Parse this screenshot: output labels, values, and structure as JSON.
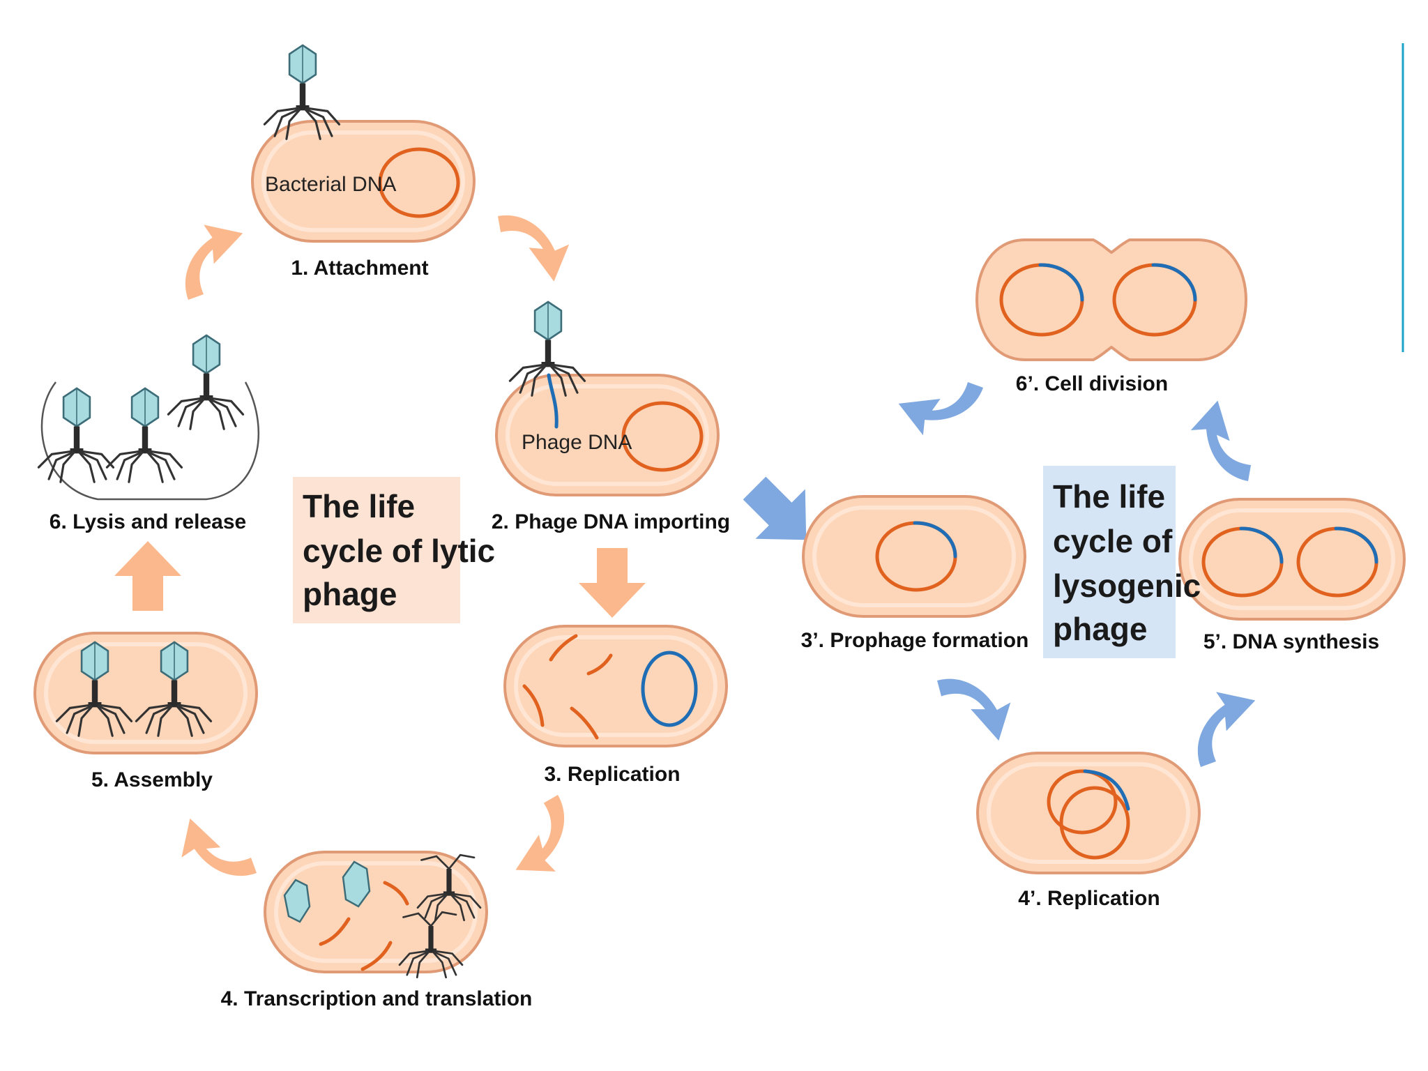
{
  "lytic": {
    "title": [
      "The life",
      "cycle of lytic",
      "phage"
    ],
    "title_box_color": "#fde3d4",
    "arrow_color": "#fbb88c",
    "stages": {
      "attachment": "1. Attachment",
      "bacterial_dna": "Bacterial DNA",
      "importing": "2. Phage DNA importing",
      "phage_dna": "Phage DNA",
      "replication": "3. Replication",
      "transcription": "4. Transcription and translation",
      "assembly": "5. Assembly",
      "lysis": "6. Lysis and release"
    }
  },
  "lysogenic": {
    "title": [
      "The life",
      "cycle of",
      "lysogenic",
      "phage"
    ],
    "title_box_color": "#d6e5f5",
    "arrow_color": "#7ea8df",
    "stages": {
      "prophage": "3’. Prophage formation",
      "replication": "4’. Replication",
      "dna_synthesis": "5’. DNA synthesis",
      "cell_division": "6’. Cell division"
    }
  },
  "colors": {
    "cell_fill": "#fdd5b8",
    "bacterial_dna": "#e0621e",
    "phage_dna": "#1f6eb5",
    "accent_line": "#1aa3c8"
  }
}
